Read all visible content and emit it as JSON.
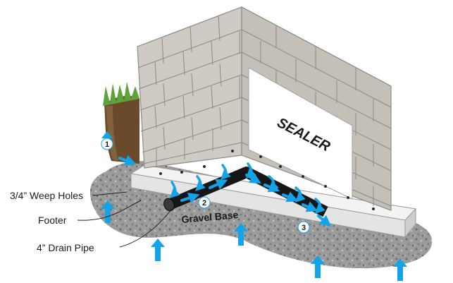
{
  "labels": {
    "weep_holes": "3/4” Weep Holes",
    "footer": "Footer",
    "drain_pipe": "4” Drain Pipe",
    "gravel_base": "Gravel Base",
    "sealer": "SEALER"
  },
  "markers": [
    "1",
    "2",
    "3"
  ],
  "colors": {
    "arrow": "#14a3e6",
    "gravel": "#8a8a8a",
    "footing": "#ededed",
    "block_face": "#cfcac3",
    "block_side": "#bdb8b0",
    "block_top": "#d9d5cf",
    "pipe": "#161616",
    "grass": "#5ea23a",
    "soil": "#6b4a2c"
  },
  "icons": [
    "up-arrow-icon",
    "right-arrow-icon",
    "curved-arrow-icon",
    "grass-icon"
  ]
}
